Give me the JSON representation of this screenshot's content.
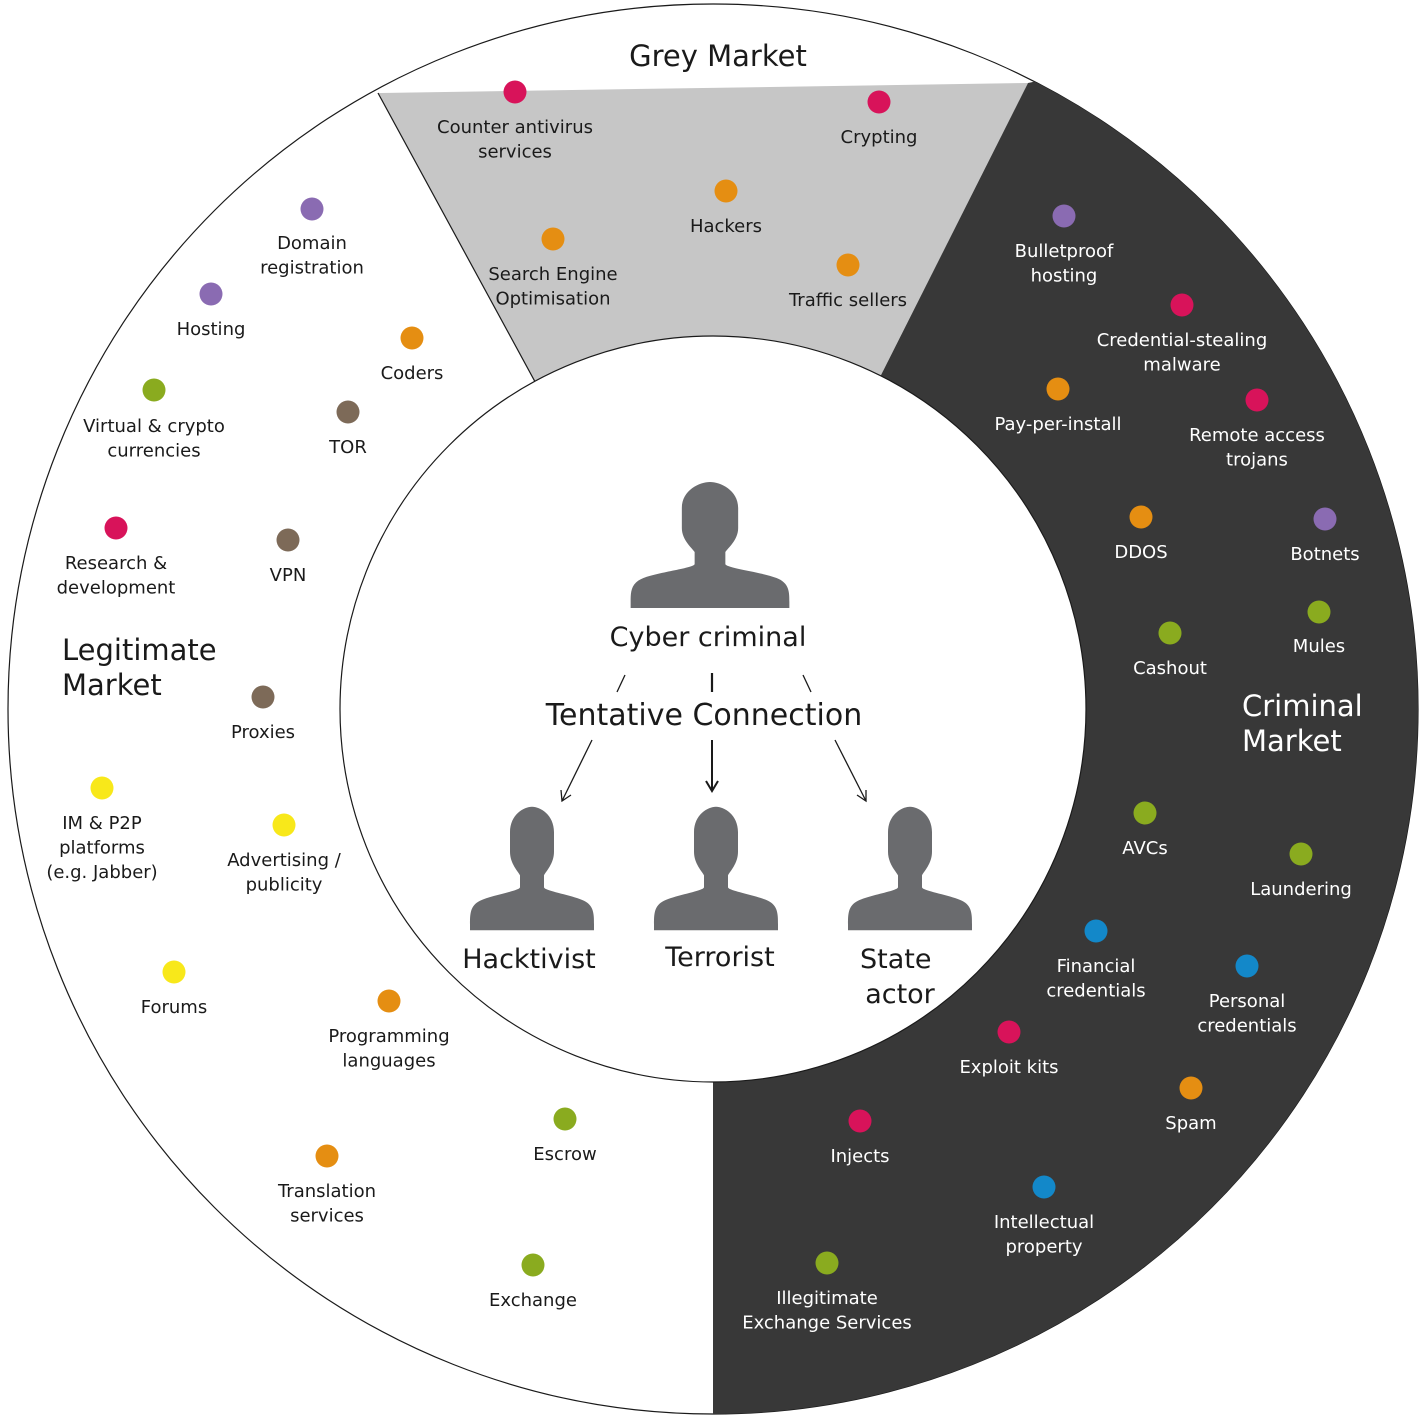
{
  "regions": {
    "grey": {
      "title": "Grey Market"
    },
    "legitimate": {
      "title_lines": [
        "Legitimate",
        "Market"
      ]
    },
    "criminal": {
      "title_lines": [
        "Criminal",
        "Market"
      ]
    }
  },
  "center": {
    "top": "Cyber criminal",
    "connection": "Tentative Connection",
    "actors": [
      "Hacktivist",
      "Terrorist",
      "State",
      "actor"
    ]
  },
  "colors": {
    "red": "#d8135a",
    "orange": "#e58e12",
    "purple": "#8a6bb2",
    "green": "#8aab1f",
    "brown": "#7d6a58",
    "yellow": "#f8e81a",
    "blue": "#1388c9",
    "grey_market_fill": "#c6c6c6",
    "criminal_market_fill": "#383838",
    "person_fill": "#6a6b6e"
  },
  "grey_items": [
    {
      "id": "counter-antivirus",
      "lines": [
        "Counter antivirus",
        "services"
      ],
      "color": "red"
    },
    {
      "id": "crypting",
      "lines": [
        "Crypting"
      ],
      "color": "red"
    },
    {
      "id": "hackers",
      "lines": [
        "Hackers"
      ],
      "color": "orange"
    },
    {
      "id": "seo",
      "lines": [
        "Search Engine",
        "Optimisation"
      ],
      "color": "orange"
    },
    {
      "id": "traffic-sellers",
      "lines": [
        "Traffic sellers"
      ],
      "color": "orange"
    }
  ],
  "legit_items": [
    {
      "id": "domain-registration",
      "lines": [
        "Domain",
        "registration"
      ],
      "color": "purple"
    },
    {
      "id": "hosting",
      "lines": [
        "Hosting"
      ],
      "color": "purple"
    },
    {
      "id": "coders",
      "lines": [
        "Coders"
      ],
      "color": "orange"
    },
    {
      "id": "virtual-crypto",
      "lines": [
        "Virtual & crypto",
        "currencies"
      ],
      "color": "green"
    },
    {
      "id": "tor",
      "lines": [
        "TOR"
      ],
      "color": "brown"
    },
    {
      "id": "research",
      "lines": [
        "Research &",
        "development"
      ],
      "color": "red"
    },
    {
      "id": "vpn",
      "lines": [
        "VPN"
      ],
      "color": "brown"
    },
    {
      "id": "proxies",
      "lines": [
        "Proxies"
      ],
      "color": "brown"
    },
    {
      "id": "im-p2p",
      "lines": [
        "IM & P2P",
        "platforms",
        "(e.g. Jabber)"
      ],
      "color": "yellow"
    },
    {
      "id": "advertising",
      "lines": [
        "Advertising /",
        "publicity"
      ],
      "color": "yellow"
    },
    {
      "id": "forums",
      "lines": [
        "Forums"
      ],
      "color": "yellow"
    },
    {
      "id": "programming",
      "lines": [
        "Programming",
        "languages"
      ],
      "color": "orange"
    },
    {
      "id": "escrow",
      "lines": [
        "Escrow"
      ],
      "color": "green"
    },
    {
      "id": "translation",
      "lines": [
        "Translation",
        "services"
      ],
      "color": "orange"
    },
    {
      "id": "exchange",
      "lines": [
        "Exchange"
      ],
      "color": "green"
    }
  ],
  "criminal_items": [
    {
      "id": "bulletproof",
      "lines": [
        "Bulletproof",
        "hosting"
      ],
      "color": "purple"
    },
    {
      "id": "credential-malware",
      "lines": [
        "Credential-stealing",
        "malware"
      ],
      "color": "red"
    },
    {
      "id": "pay-per-install",
      "lines": [
        "Pay-per-install"
      ],
      "color": "orange"
    },
    {
      "id": "rats",
      "lines": [
        "Remote access",
        "trojans"
      ],
      "color": "red"
    },
    {
      "id": "ddos",
      "lines": [
        "DDOS"
      ],
      "color": "orange"
    },
    {
      "id": "botnets",
      "lines": [
        "Botnets"
      ],
      "color": "purple"
    },
    {
      "id": "mules",
      "lines": [
        "Mules"
      ],
      "color": "green"
    },
    {
      "id": "cashout",
      "lines": [
        "Cashout"
      ],
      "color": "green"
    },
    {
      "id": "avcs",
      "lines": [
        "AVCs"
      ],
      "color": "green"
    },
    {
      "id": "laundering",
      "lines": [
        "Laundering"
      ],
      "color": "green"
    },
    {
      "id": "financial-credentials",
      "lines": [
        "Financial",
        "credentials"
      ],
      "color": "blue"
    },
    {
      "id": "personal-credentials",
      "lines": [
        "Personal",
        "credentials"
      ],
      "color": "blue"
    },
    {
      "id": "exploit-kits",
      "lines": [
        "Exploit kits"
      ],
      "color": "red"
    },
    {
      "id": "spam",
      "lines": [
        "Spam"
      ],
      "color": "orange"
    },
    {
      "id": "injects",
      "lines": [
        "Injects"
      ],
      "color": "red"
    },
    {
      "id": "intellectual-property",
      "lines": [
        "Intellectual",
        "property"
      ],
      "color": "blue"
    },
    {
      "id": "illegitimate-exchange",
      "lines": [
        "Illegitimate",
        "Exchange Services"
      ],
      "color": "green"
    }
  ]
}
